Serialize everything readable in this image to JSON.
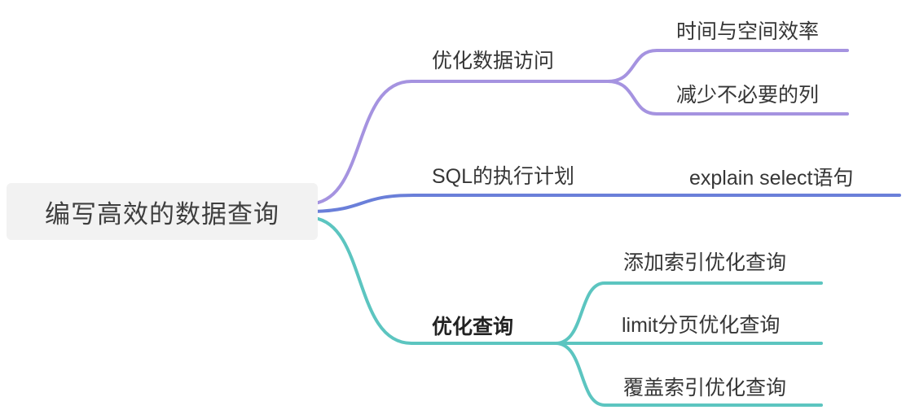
{
  "mindmap": {
    "root": {
      "label": "编写高效的数据查询"
    },
    "branches": [
      {
        "label": "优化数据访问",
        "color": "#a593e0",
        "children": [
          {
            "label": "时间与空间效率"
          },
          {
            "label": "减少不必要的列"
          }
        ]
      },
      {
        "label": "SQL的执行计划",
        "color": "#6a7fd9",
        "children": [
          {
            "label": "explain select语句"
          }
        ]
      },
      {
        "label": "优化查询",
        "color": "#5cc5c0",
        "children": [
          {
            "label": "添加索引优化查询"
          },
          {
            "label": "limit分页优化查询"
          },
          {
            "label": "覆盖索引优化查询"
          }
        ]
      }
    ]
  }
}
